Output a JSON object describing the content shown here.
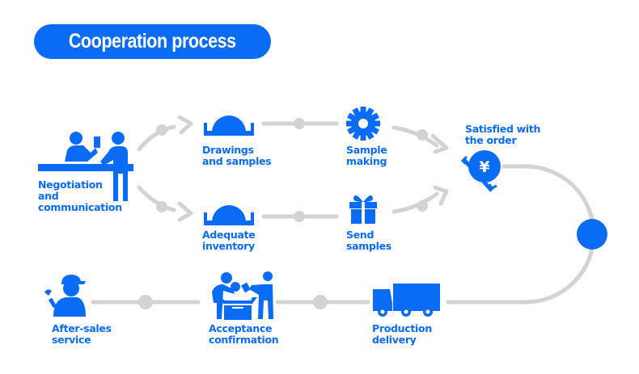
{
  "title": "Cooperation process",
  "colors": {
    "accent": "#0a6cf5",
    "connector": "#d3d3d3"
  },
  "steps": [
    {
      "id": "negotiation",
      "label": "Negotiation\nand\ncommunication",
      "icon": "reception-desk-icon"
    },
    {
      "id": "drawings",
      "label": "Drawings\nand samples",
      "icon": "dome-tray-icon"
    },
    {
      "id": "adequate",
      "label": "Adequate\ninventory",
      "icon": "dome-tray-icon"
    },
    {
      "id": "sample-making",
      "label": "Sample\nmaking",
      "icon": "gear-icon"
    },
    {
      "id": "send-samples",
      "label": "Send\nsamples",
      "icon": "gift-icon"
    },
    {
      "id": "satisfied",
      "label": "Satisfied with\nthe order",
      "icon": "yen-payment-icon"
    },
    {
      "id": "production",
      "label": "Production\ndelivery",
      "icon": "truck-icon"
    },
    {
      "id": "acceptance",
      "label": "Acceptance\nconfirmation",
      "icon": "unboxing-people-icon"
    },
    {
      "id": "after-sales",
      "label": "After-sales\nservice",
      "icon": "worker-wrench-icon"
    }
  ],
  "yen_symbol": "¥"
}
